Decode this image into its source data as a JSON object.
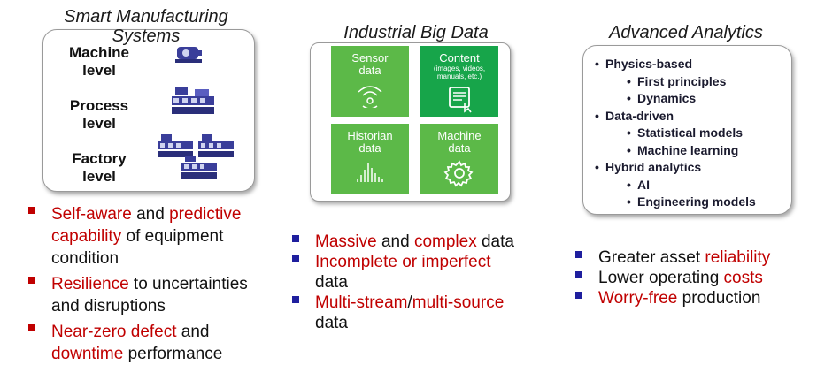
{
  "smart_manufacturing": {
    "title_line1": "Smart Manufacturing",
    "title_line2": "Systems",
    "levels": [
      {
        "line1": "Machine",
        "line2": "level"
      },
      {
        "line1": "Process",
        "line2": "level"
      },
      {
        "line1": "Factory",
        "line2": "level"
      }
    ]
  },
  "big_data": {
    "title": "Industrial Big Data",
    "tiles": [
      {
        "title": "Sensor",
        "title2": "data",
        "sub": ""
      },
      {
        "title": "Content",
        "title2": "",
        "sub": "(images, videos, manuals, etc.)"
      },
      {
        "title": "Historian",
        "title2": "data",
        "sub": ""
      },
      {
        "title": "Machine",
        "title2": "data",
        "sub": ""
      }
    ],
    "icons": [
      "signal-wave-icon",
      "tablet-touch-icon",
      "waveform-bars-icon",
      "gear-icon"
    ]
  },
  "analytics": {
    "title": "Advanced Analytics",
    "groups": [
      {
        "label": "Physics-based",
        "items": [
          "First principles",
          "Dynamics"
        ]
      },
      {
        "label": "Data-driven",
        "items": [
          "Statistical models",
          "Machine learning"
        ]
      },
      {
        "label": "Hybrid analytics",
        "items": [
          "AI",
          "Engineering models"
        ]
      }
    ]
  },
  "left_bullets": {
    "b1": {
      "p1": "Self-aware",
      "p2": " and ",
      "p3": "predictive",
      "p4": "capability",
      "p5": " of equipment",
      "p6": "condition"
    },
    "b2": {
      "p1": "Resilience",
      "p2": " to uncertainties",
      "p3": "and disruptions"
    },
    "b3": {
      "p1": "Near-zero defect",
      "p2": " and",
      "p3": "downtime",
      "p4": " performance"
    }
  },
  "mid_bullets": {
    "b1": {
      "p1": "Massive",
      "p2": " and ",
      "p3": "complex",
      "p4": " data"
    },
    "b2": {
      "p1": "Incomplete or imperfect",
      "p2": "data"
    },
    "b3": {
      "p1": "Multi-stream",
      "p2": "/",
      "p3": "multi-source",
      "p4": "data"
    }
  },
  "right_bullets": {
    "b1": {
      "p1": "Greater asset ",
      "p2": "reliability"
    },
    "b2": {
      "p1": "Lower operating ",
      "p2": "costs"
    },
    "b3": {
      "p1": "Worry-free",
      "p2": " production"
    }
  },
  "colors": {
    "accent_red": "#c00000",
    "tile_green": "#5cb948",
    "tile_dark_green": "#17a54a",
    "bullet_blue": "#1f1f9e"
  }
}
